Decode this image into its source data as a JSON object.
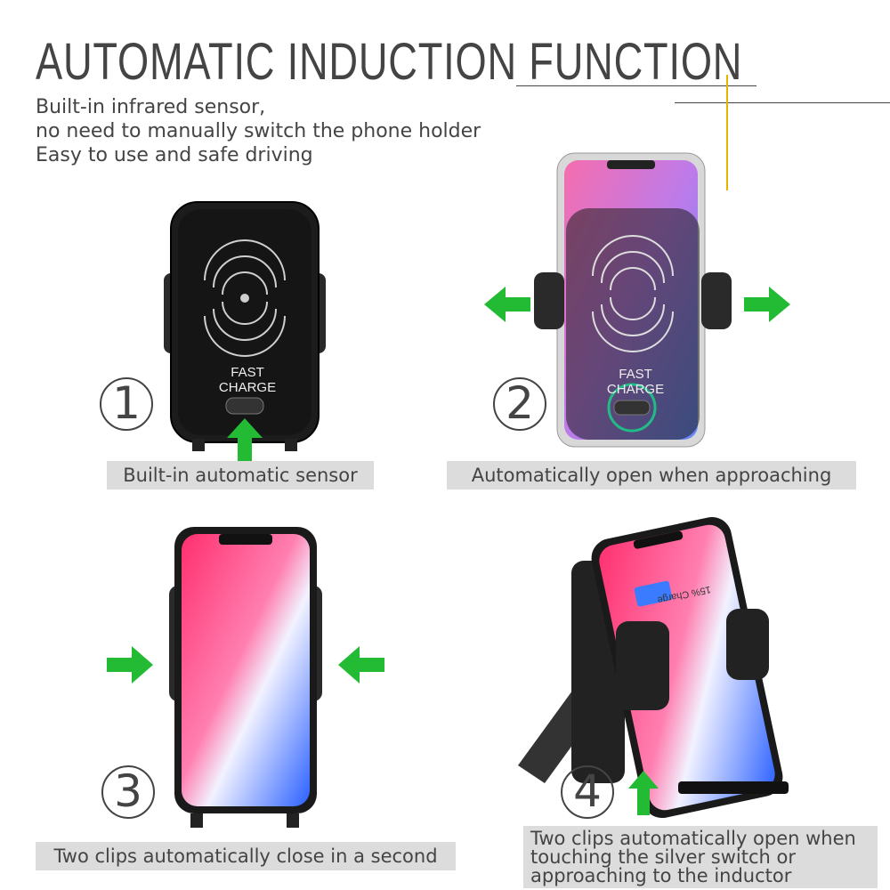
{
  "header": {
    "title": "AUTOMATIC INDUCTION FUNCTION",
    "lines": [
      "Built-in infrared sensor,",
      "no need to manually switch the phone holder",
      "Easy to use and safe driving"
    ]
  },
  "panels": [
    {
      "step": "1",
      "caption": "Built-in automatic sensor",
      "device_label": "FAST CHARGE"
    },
    {
      "step": "2",
      "caption": "Automatically open when approaching",
      "device_label": "FAST CHARGE"
    },
    {
      "step": "3",
      "caption": "Two clips automatically close in a second"
    },
    {
      "step": "4",
      "caption_lines": [
        "Two clips automatically open when",
        "touching the silver switch or",
        "approaching to the inductor"
      ],
      "screen_text": "15% Charge"
    }
  ],
  "colors": {
    "arrow": "#22bb33",
    "accent_line": "#e8b400",
    "caption_bg": "#dcdcdc",
    "device": "#1a1a1a"
  }
}
